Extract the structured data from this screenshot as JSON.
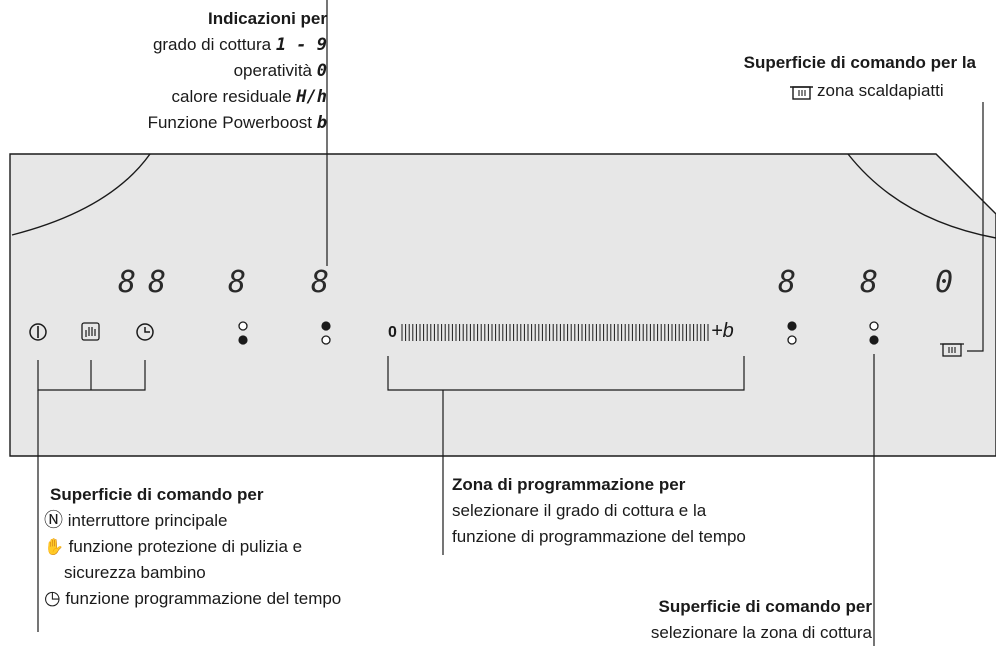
{
  "top_callout": {
    "title": "Indicazioni per",
    "lines": [
      {
        "text": "grado di cottura",
        "code": "1 - 9"
      },
      {
        "text": "operatività",
        "code": "0"
      },
      {
        "text": "calore residuale",
        "code": "H/h"
      },
      {
        "text": "Funzione Powerboost",
        "code": "b"
      }
    ]
  },
  "warmer_callout": {
    "title": "Superficie di comando per la",
    "line": "zona scaldapiatti",
    "icon": "warming-zone-icon"
  },
  "panel": {
    "displays_left": [
      "8",
      "8",
      "8",
      "8"
    ],
    "displays_right": [
      "8",
      "8",
      "0"
    ],
    "slider_start": "0",
    "slider_end": "+b",
    "colors": {
      "panel_bg": "#e7e7e7",
      "line": "#1a1a1a"
    }
  },
  "left_callout": {
    "title": "Superficie di comando per",
    "items": [
      {
        "icon": "power-icon",
        "text": "interruttore principale"
      },
      {
        "icon": "hand-lock-icon",
        "text": "funzione protezione di pulizia e"
      },
      {
        "icon": "",
        "text": "sicurezza bambino"
      },
      {
        "icon": "clock-icon",
        "text": "funzione programmazione del tempo"
      }
    ]
  },
  "middle_callout": {
    "title": "Zona di programmazione per",
    "lines": [
      "selezionare il grado di cottura e la",
      "funzione di programmazione del tempo"
    ]
  },
  "bottom_right_callout": {
    "title": "Superficie di comando per",
    "line": "selezionare la zona di cottura"
  }
}
